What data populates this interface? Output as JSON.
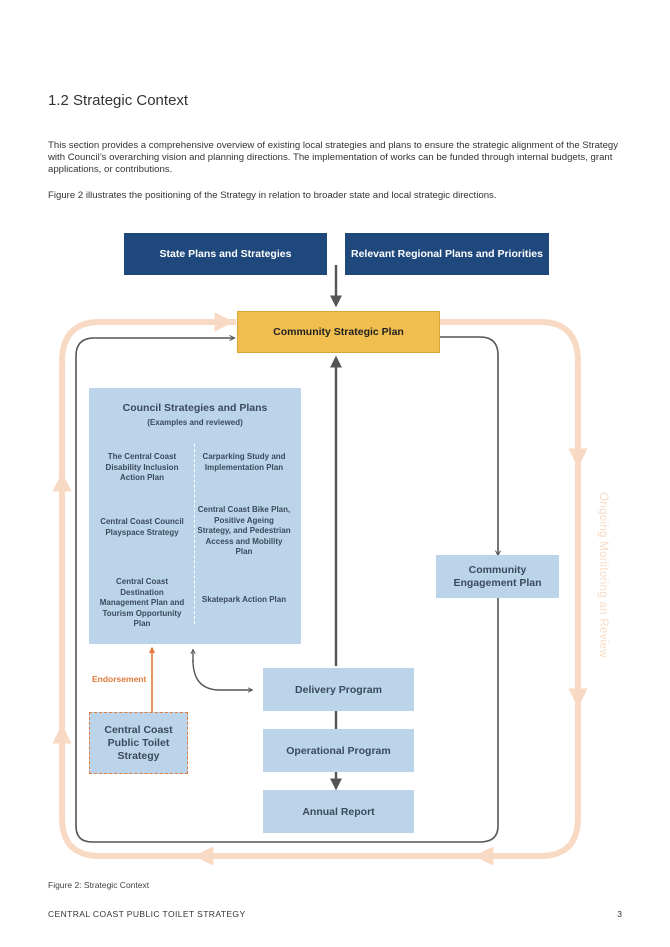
{
  "heading": "1.2 Strategic Context",
  "paragraphs": [
    "This section provides a comprehensive overview of existing local strategies and plans to ensure the strategic alignment of the Strategy with Council’s overarching vision and planning directions. The implementation of works can be funded through internal budgets, grant applications, or contributions.",
    "Figure 2 illustrates the positioning of the Strategy in relation to broader state and local strategic directions."
  ],
  "diagram": {
    "state_plans": "State Plans and Strategies",
    "regional_plans": "Relevant Regional Plans and Priorities",
    "community_strategic_plan": "Community Strategic Plan",
    "council_title": "Council Strategies and Plans",
    "council_subtitle": "(Examples and reviewed)",
    "council_left": [
      "The Central Coast Disability Inclusion Action Plan",
      "Central Coast Council Playspace Strategy",
      "Central Coast Destination Management Plan and Tourism Opportunity Plan"
    ],
    "council_right": [
      "Carparking Study and Implementation Plan",
      "Central Coast Bike Plan, Positive Ageing Strategy, and Pedestrian Access and Mobility Plan",
      "Skatepark Action Plan"
    ],
    "community_engagement": "Community Engagement Plan",
    "endorsement": "Endorsement",
    "toilet_strategy": "Central Coast Public Toilet Strategy",
    "delivery_program": "Delivery Program",
    "operational_program": "Operational Program",
    "annual_report": "Annual Report",
    "monitoring_label": "Ongoing Monitoring an Review",
    "colors": {
      "navy": "#1f497d",
      "gold": "#f0bd4f",
      "light_blue": "#bcd4ea",
      "peach_loop": "#f8d9c4",
      "orange": "#e07b39"
    }
  },
  "caption": "Figure 2: Strategic Context",
  "footer": {
    "title": "CENTRAL COAST PUBLIC TOILET STRATEGY",
    "page": "3"
  }
}
